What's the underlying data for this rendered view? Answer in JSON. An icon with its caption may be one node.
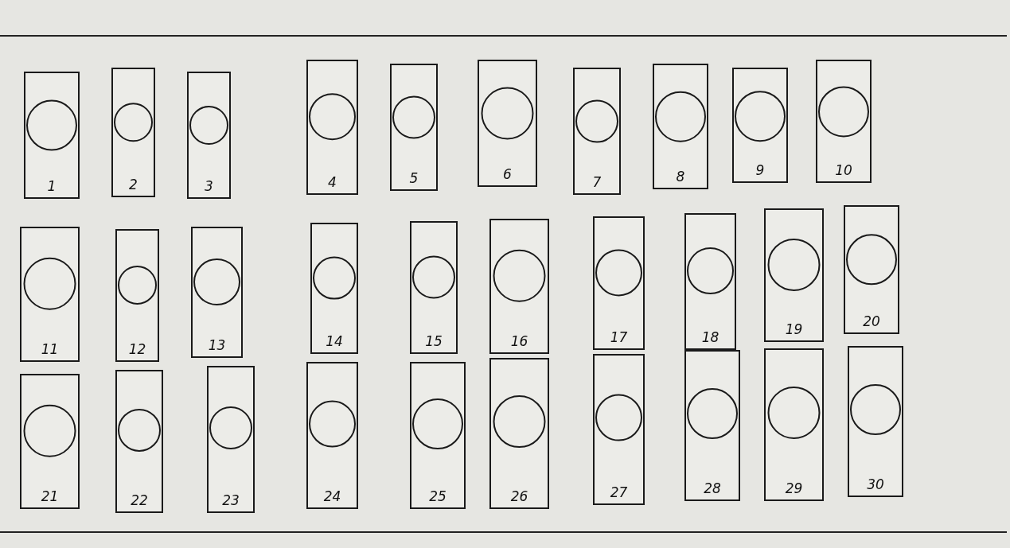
{
  "diagram": {
    "nodes": [
      {
        "text": [
          "1"
        ]
      },
      {
        "text": [
          "2"
        ]
      },
      {
        "text": [
          "3"
        ]
      },
      {
        "text": [
          "4"
        ]
      },
      {
        "text": [
          "5"
        ]
      },
      {
        "text": [
          "6"
        ]
      },
      {
        "text": [
          "7"
        ]
      },
      {
        "text": [
          "8"
        ]
      },
      {
        "text": [
          "9"
        ]
      },
      {
        "text": [
          "10"
        ]
      },
      {
        "text": [
          "11"
        ]
      },
      {
        "text": [
          "12"
        ]
      },
      {
        "text": [
          "13"
        ]
      },
      {
        "text": [
          "14"
        ]
      },
      {
        "text": [
          "15"
        ]
      },
      {
        "text": [
          "16"
        ]
      },
      {
        "text": [
          "17"
        ]
      },
      {
        "text": [
          "18"
        ]
      },
      {
        "text": [
          "19"
        ]
      },
      {
        "text": [
          "20"
        ]
      },
      {
        "text": [
          "21"
        ]
      },
      {
        "text": [
          "22"
        ]
      },
      {
        "text": [
          "23"
        ]
      },
      {
        "text": [
          "24"
        ]
      },
      {
        "text": [
          "25"
        ]
      },
      {
        "text": [
          "26"
        ]
      },
      {
        "text": [
          "27"
        ]
      },
      {
        "text": [
          "28"
        ]
      },
      {
        "text": [
          "29"
        ]
      },
      {
        "text": [
          "30"
        ]
      }
    ]
  }
}
